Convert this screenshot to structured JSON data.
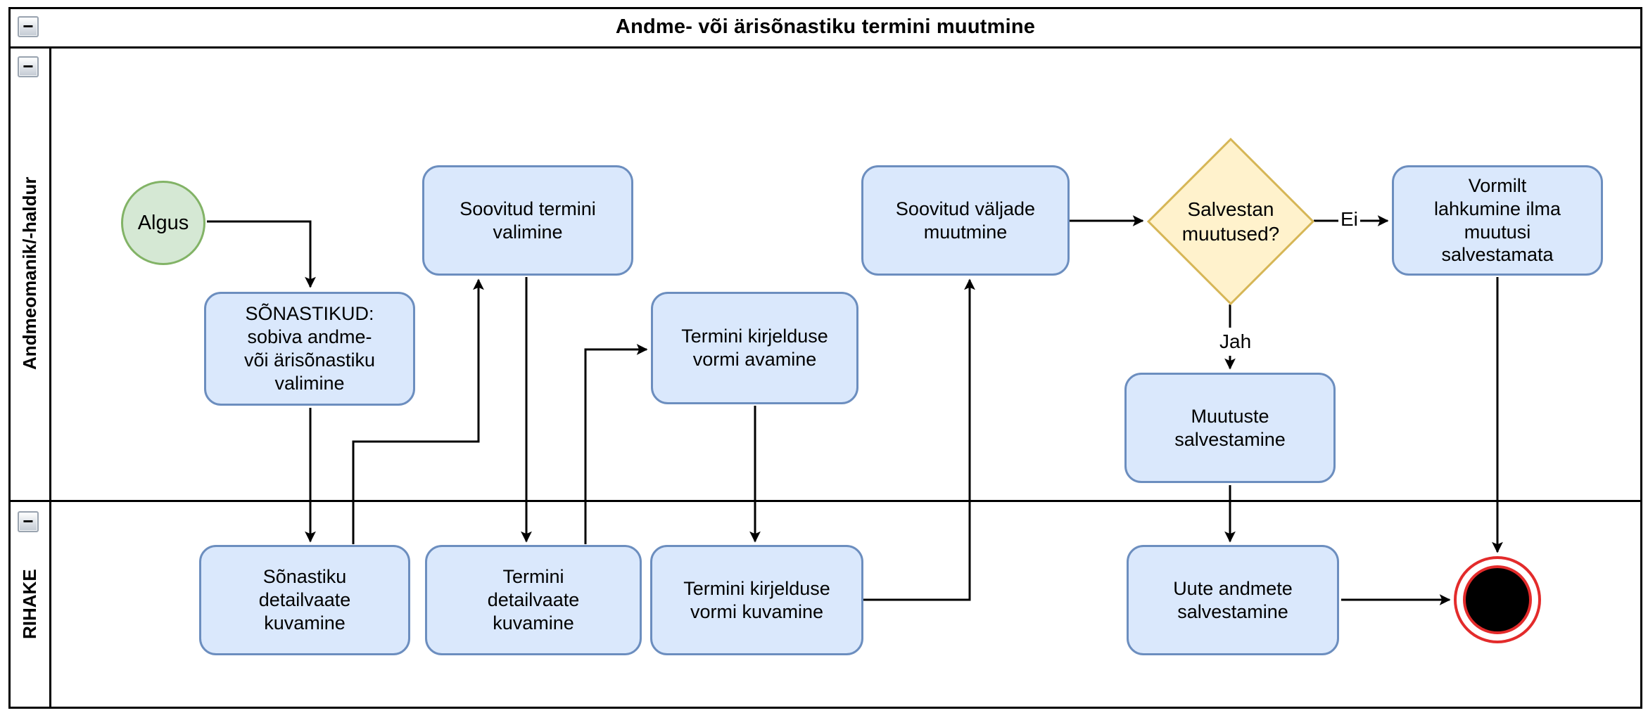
{
  "diagram": {
    "title": "Andme- või ärisõnastiku termini muutmine"
  },
  "icons": {
    "collapse": "−"
  },
  "lanes": [
    {
      "label": "Andmeomanik/-haldur"
    },
    {
      "label": "RIHAKE"
    }
  ],
  "nodes": {
    "start": {
      "label": "Algus"
    },
    "valiSonastik": {
      "label": "SÕNASTIKUD:\nsobiva andme-\nvõi ärisõnastiku\nvalimine"
    },
    "valiTermin": {
      "label": "Soovitud termini\nvalimine"
    },
    "avaVorm": {
      "label": "Termini kirjelduse\nvormi avamine"
    },
    "muudaValjad": {
      "label": "Soovitud väljade\nmuutmine"
    },
    "otsus": {
      "label": "Salvestan\nmuutused?"
    },
    "lahkuVormilt": {
      "label": "Vormilt\nlahkumine ilma\nmuutusi\nsalvestamata"
    },
    "salvestaMuutused": {
      "label": "Muutuste\nsalvestamine"
    },
    "kuvaSonastik": {
      "label": "Sõnastiku\ndetailvaate\nkuvamine"
    },
    "kuvaTermin": {
      "label": "Termini\ndetailvaate\nkuvamine"
    },
    "kuvaVorm": {
      "label": "Termini kirjelduse\nvormi kuvamine"
    },
    "salvestaAndmed": {
      "label": "Uute andmete\nsalvestamine"
    }
  },
  "edge_labels": {
    "no": "Ei",
    "yes": "Jah"
  },
  "colors": {
    "task_fill": "#dae8fc",
    "task_stroke": "#6c8ebf",
    "start_fill": "#d5e8d4",
    "start_stroke": "#82b366",
    "decision_fill": "#fff2cc",
    "decision_stroke": "#d6b656",
    "end_stroke": "#e32b2b",
    "end_fill": "#000000",
    "connector": "#000000"
  }
}
